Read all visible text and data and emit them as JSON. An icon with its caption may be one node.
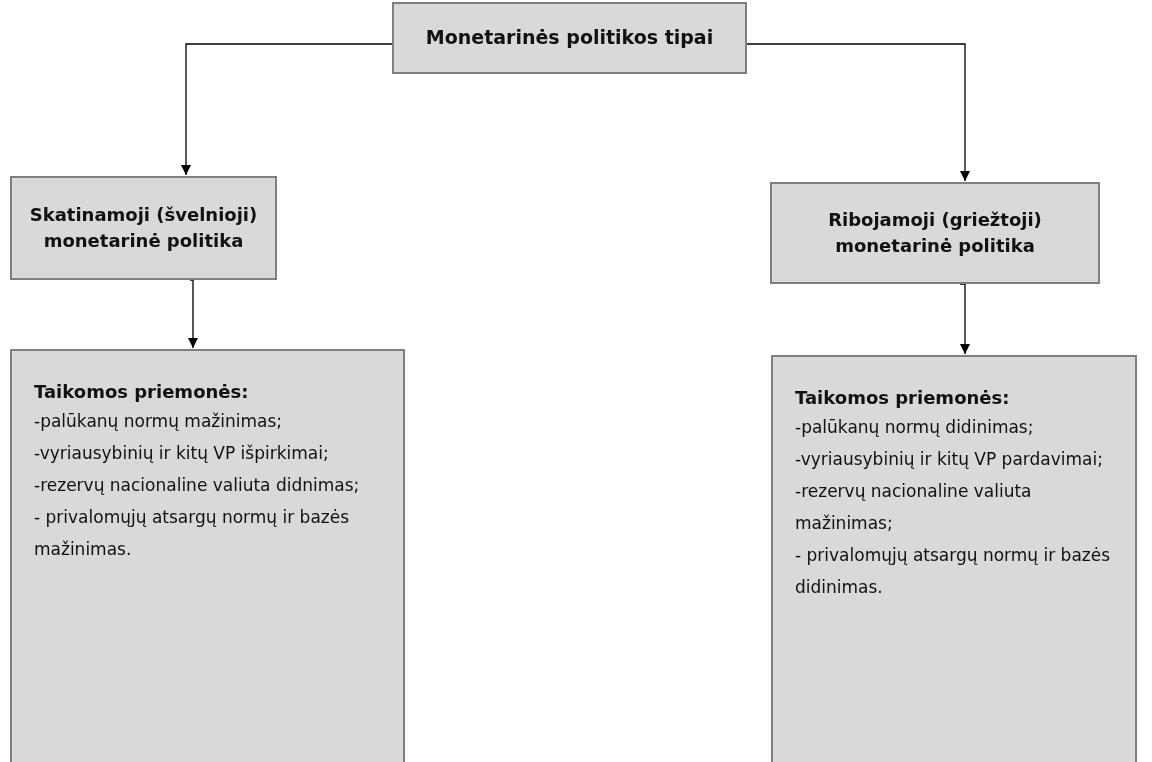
{
  "diagram": {
    "nodes": [
      {
        "text": [
          "Monetarinės politikos tipai"
        ]
      },
      {
        "text": [
          "Skatinamoji (švelnioji) monetarinė politika"
        ]
      },
      {
        "text": [
          "Ribojamoji (griežtoji) monetarinė politika"
        ]
      },
      {
        "text": [
          "Taikomos priemonės:",
          "-palūkanų normų mažinimas;",
          "-vyriausybinių ir kitų VP išpirkimai;",
          "-rezervų nacionaline valiuta didnimas;",
          "- privalomųjų atsargų normų ir bazės mažinimas."
        ]
      },
      {
        "text": [
          "Taikomos priemonės:",
          "-palūkanų normų didinimas;",
          "-vyriausybinių ir kitų VP pardavimai;",
          "-rezervų nacionaline valiuta mažinimas;",
          "- privalomųjų atsargų normų ir bazės didinimas."
        ]
      }
    ],
    "edges": [
      {
        "from": 0,
        "to": 1,
        "arrow": "to"
      },
      {
        "from": 0,
        "to": 2,
        "arrow": "to"
      },
      {
        "from": 1,
        "to": 3,
        "arrow": "to"
      },
      {
        "from": 2,
        "to": 4,
        "arrow": "to"
      }
    ]
  }
}
